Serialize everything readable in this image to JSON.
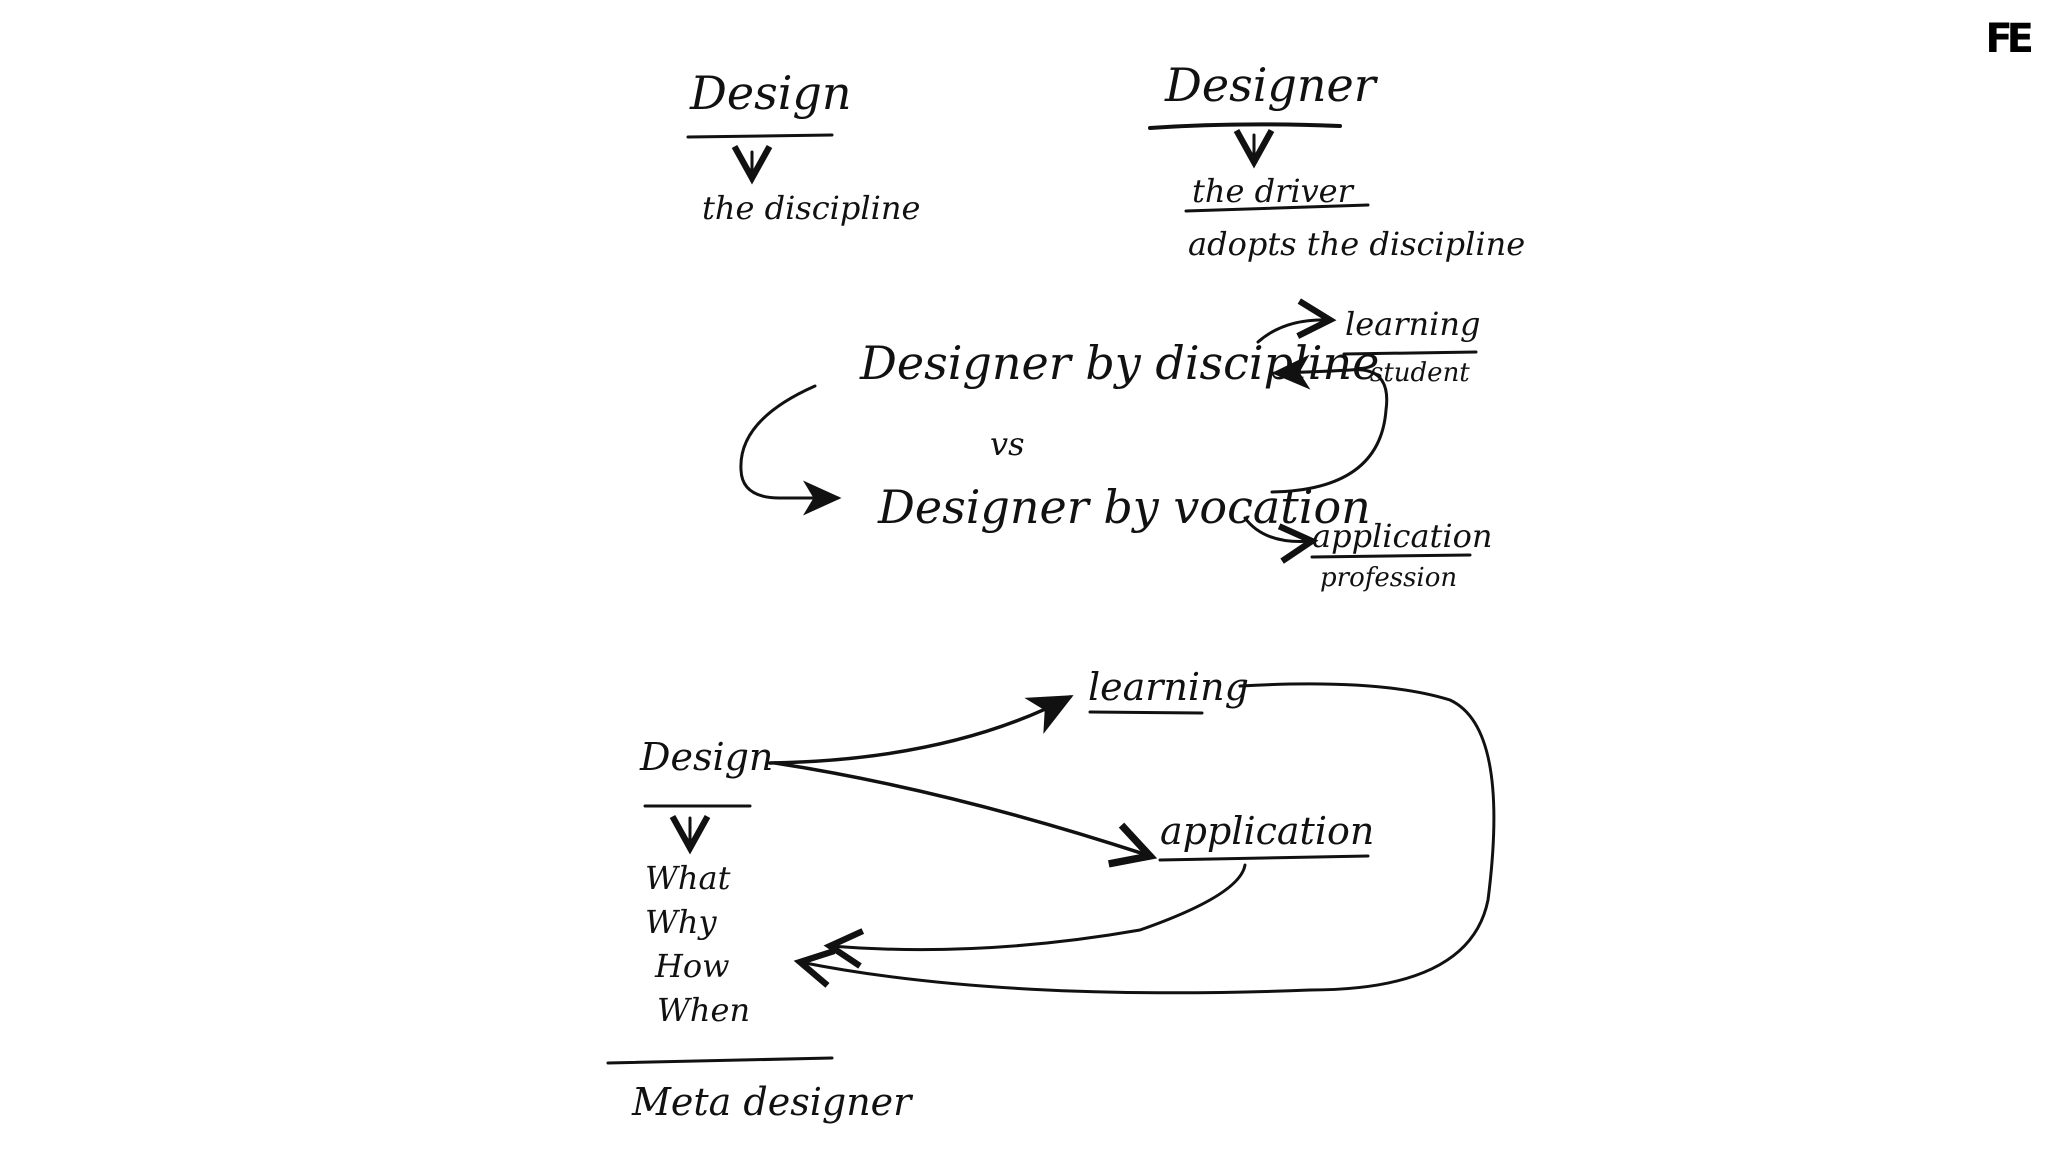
{
  "brand": {
    "logo_text": "FE"
  },
  "top_left": {
    "term": "Design",
    "definition": "the discipline"
  },
  "top_right": {
    "term": "Designer",
    "definition": "the driver",
    "note": "adopts the discipline"
  },
  "middle": {
    "by_discipline": "Designer by discipline",
    "versus": "vs",
    "by_vocation": "Designer by vocation",
    "discipline_outcome": "learning",
    "discipline_role": "student",
    "vocation_outcome": "application",
    "vocation_role": "profession"
  },
  "bottom": {
    "root": "Design",
    "questions": [
      "What",
      "Why",
      "How",
      "When"
    ],
    "branch_learning": "learning",
    "branch_application": "application",
    "footer": "Meta designer"
  }
}
